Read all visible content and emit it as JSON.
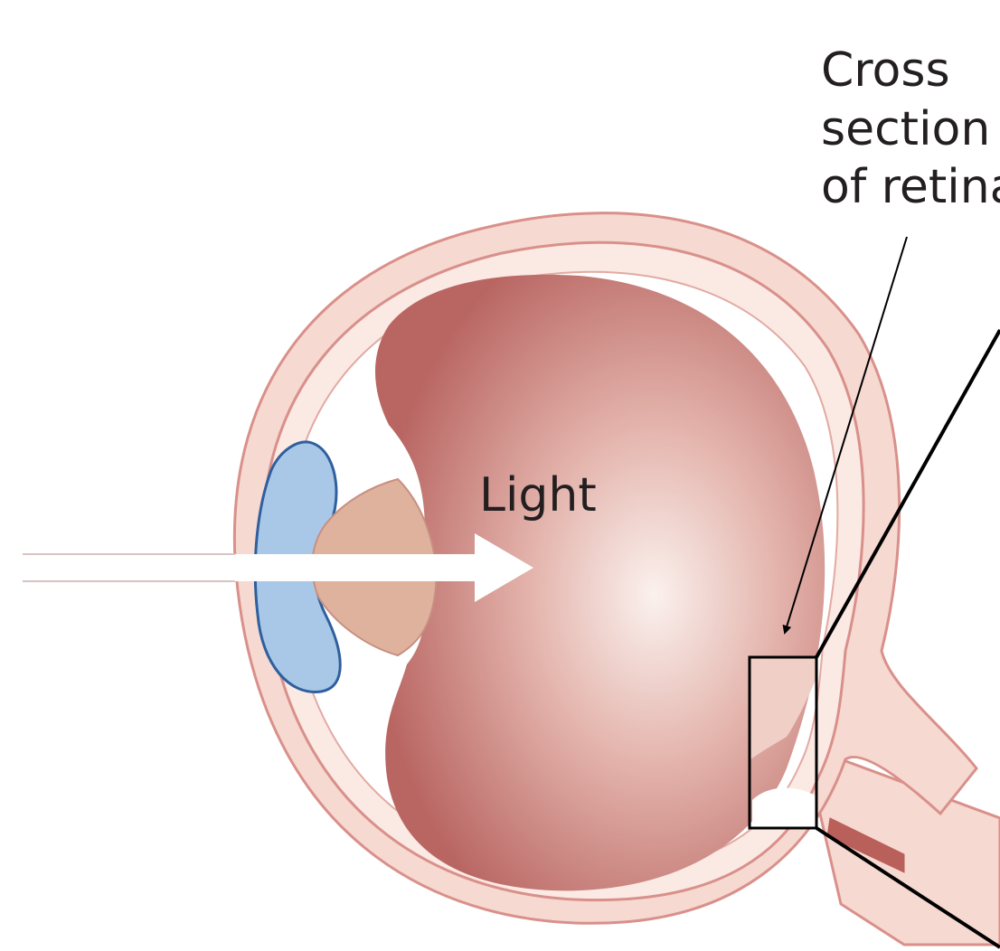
{
  "labels": {
    "cross_section_line1": "Cross",
    "cross_section_line2": "section",
    "cross_section_line3": "of retina",
    "light": "Light"
  },
  "colors": {
    "sclera_fill": "#f6d9d1",
    "sclera_stroke": "#d9908a",
    "vitreous_center": "#f8ebe7",
    "vitreous_edge": "#b96663",
    "cornea_fill": "#a9c8e8",
    "cornea_stroke": "#2f5f9e",
    "lens_fill": "#dfb29e",
    "optic_nerve_vessel": "#b9605a",
    "line_color": "#000000"
  }
}
